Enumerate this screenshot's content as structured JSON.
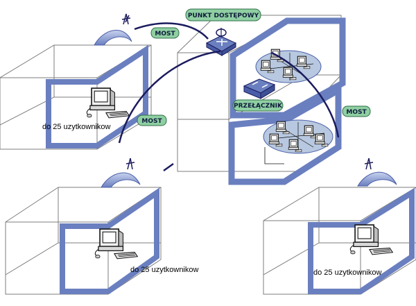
{
  "labels": {
    "access_point": "PUNKT DOSTĘPOWY",
    "switch": "PRZEŁĄCZNIK",
    "bridge_top": "MOST",
    "bridge_left": "MOST",
    "bridge_right": "MOST"
  },
  "captions": {
    "building_top_left": "do 25 uzytkownikow",
    "building_bottom_left": "do 25 uzytkownikow",
    "building_bottom_right": "do 25 uzytkownikow"
  },
  "colors": {
    "frame": "#6a7fbf",
    "frame_dark": "#4a5ea8",
    "outline": "#7d7d7d",
    "arc": "#1b1b5e",
    "pill_fill": "#8fcfa2",
    "pill_stroke": "#2f6f48",
    "dish": "#7f8fcf",
    "lan_disk": "#b7c8e0"
  },
  "icons": {
    "computer": "workstation-icon",
    "antenna": "antenna-icon",
    "access_point": "access-point-icon",
    "switch": "switch-icon"
  }
}
